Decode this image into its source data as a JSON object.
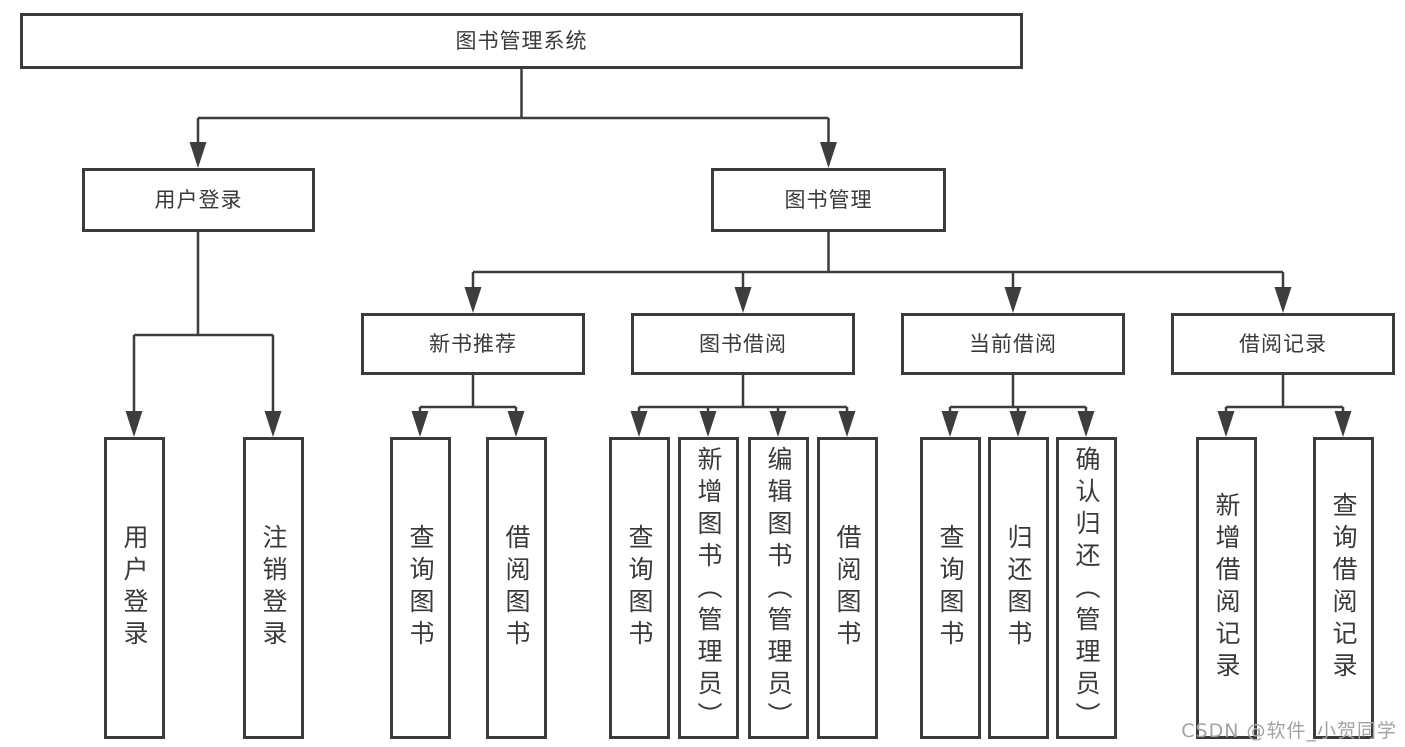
{
  "root": {
    "label": "图书管理系统"
  },
  "level1": [
    {
      "label": "用户登录"
    },
    {
      "label": "图书管理"
    }
  ],
  "level2": [
    {
      "label": "新书推荐"
    },
    {
      "label": "图书借阅"
    },
    {
      "label": "当前借阅"
    },
    {
      "label": "借阅记录"
    }
  ],
  "leaves": [
    {
      "label": "用户登录"
    },
    {
      "label": "注销登录"
    },
    {
      "label": "查询图书"
    },
    {
      "label": "借阅图书"
    },
    {
      "label": "查询图书"
    },
    {
      "label": "新增图书（管理员）"
    },
    {
      "label": "编辑图书（管理员）"
    },
    {
      "label": "借阅图书"
    },
    {
      "label": "查询图书"
    },
    {
      "label": "归还图书"
    },
    {
      "label": "确认归还（管理员）"
    },
    {
      "label": "新增借阅记录"
    },
    {
      "label": "查询借阅记录"
    }
  ],
  "watermark": {
    "text": "CSDN @软件_小贺同学"
  },
  "colors": {
    "line": "#3d3d3d",
    "box_border": "#3b3b3b",
    "text": "#3a3a3a",
    "watermark": "#a3a3a3",
    "background": "#ffffff"
  }
}
